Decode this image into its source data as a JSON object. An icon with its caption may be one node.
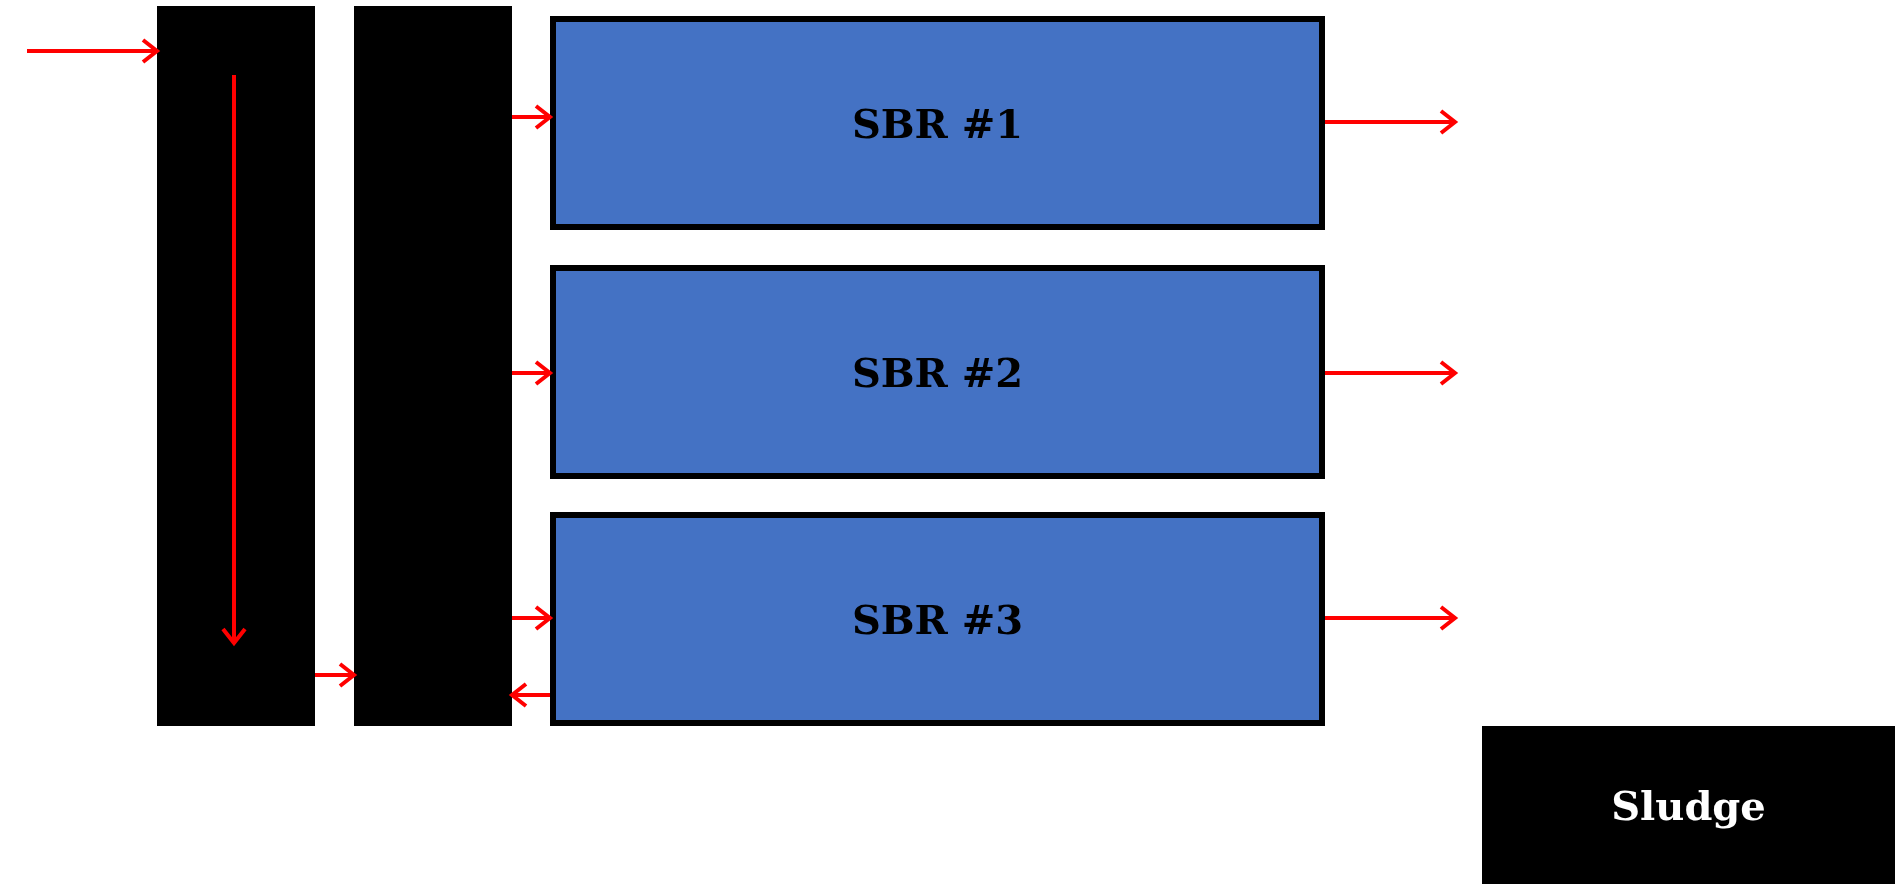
{
  "diagram": {
    "nodes": [
      {
        "text": [],
        "shape": "bar"
      },
      {
        "text": [],
        "shape": "bar"
      },
      {
        "text": [
          "SBR #1"
        ]
      },
      {
        "text": [
          "SBR #2"
        ]
      },
      {
        "text": [
          "SBR #3"
        ]
      },
      {
        "text": [
          "Sludge"
        ]
      }
    ],
    "edges": [
      {
        "from": null,
        "to": 0,
        "arrow": "to"
      },
      {
        "from": 0,
        "to": 1,
        "arrow": "to"
      },
      {
        "from": 1,
        "to": 2,
        "arrow": "to"
      },
      {
        "from": 1,
        "to": 3,
        "arrow": "to"
      },
      {
        "from": 1,
        "to": 4,
        "arrow": "to"
      },
      {
        "from": 2,
        "to": null,
        "arrow": "to"
      },
      {
        "from": 3,
        "to": null,
        "arrow": "to"
      },
      {
        "from": 4,
        "to": null,
        "arrow": "to"
      },
      {
        "from": 4,
        "to": 1,
        "arrow": "to"
      }
    ]
  }
}
